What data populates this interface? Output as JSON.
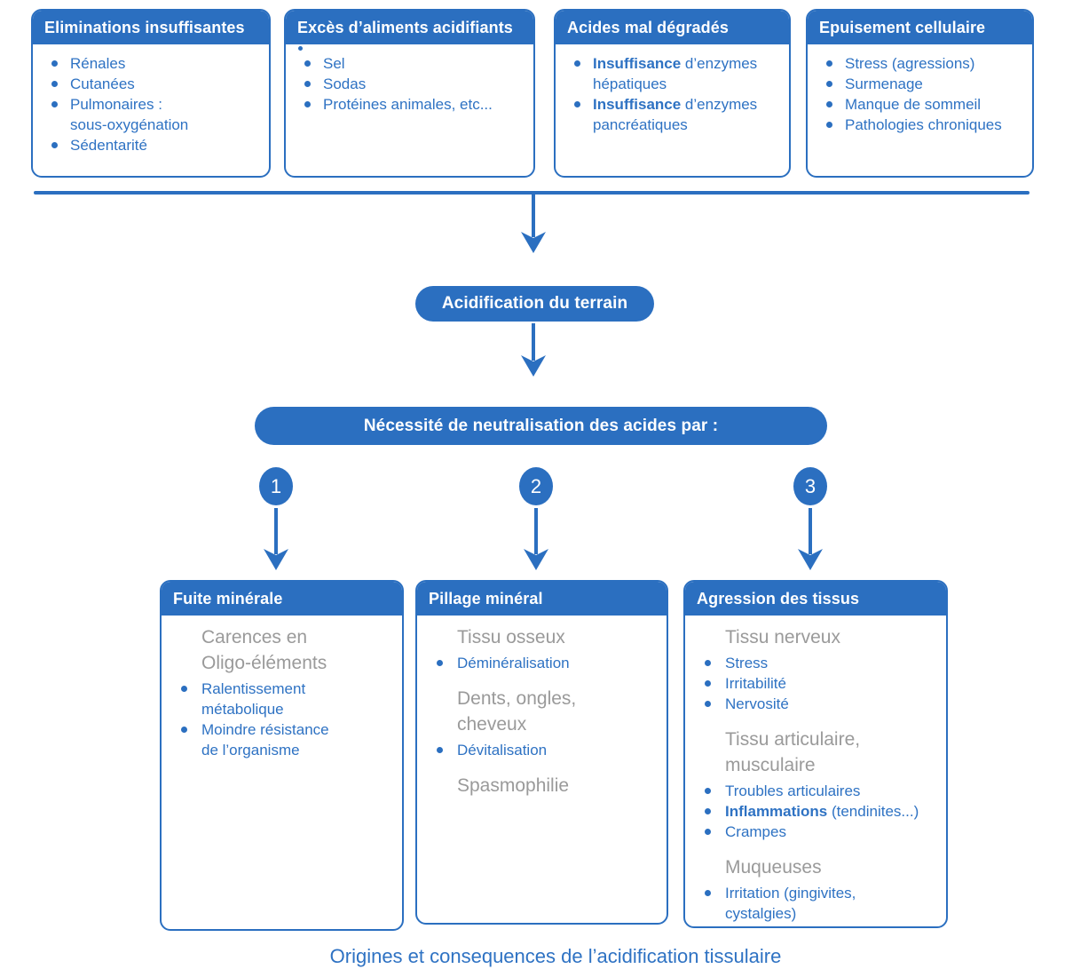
{
  "colors": {
    "primary": "#2b6fc0",
    "item_text": "#2e72c3",
    "muted_text": "#9a9a9a",
    "header_text": "#ffffff"
  },
  "top_boxes": [
    {
      "title": "Eliminations insuffisantes",
      "items": [
        {
          "text": "Rénales"
        },
        {
          "text": "Cutanées"
        },
        {
          "text": "Pulmonaires :\nsous-oxygénation"
        },
        {
          "text": "Sédentarité"
        }
      ]
    },
    {
      "title": "Excès d’aliments acidifiants",
      "items": [
        {
          "text": "Sel"
        },
        {
          "text": "Sodas"
        },
        {
          "text": "Protéines animales, etc..."
        }
      ]
    },
    {
      "title": "Acides mal dégradés",
      "items": [
        {
          "bold": "Insuffisance",
          "rest": " d’enzymes\nhépatiques"
        },
        {
          "bold": "Insuffisance",
          "rest": " d’enzymes\npancréatiques"
        }
      ]
    },
    {
      "title": "Epuisement cellulaire",
      "items": [
        {
          "text": "Stress (agressions)"
        },
        {
          "text": "Surmenage"
        },
        {
          "text": "Manque de sommeil"
        },
        {
          "text": "Pathologies chroniques"
        }
      ]
    }
  ],
  "flow": {
    "pill_acidification": "Acidification du terrain",
    "pill_neutralisation": "Nécessité de neutralisation des acides par :",
    "step_numbers": [
      "1",
      "2",
      "3"
    ]
  },
  "bottom_boxes": [
    {
      "title": "Fuite minérale",
      "sections": [
        {
          "heading": "Carences en\nOligo-éléments",
          "items": [
            {
              "text": "Ralentissement\nmétabolique"
            },
            {
              "text": "Moindre résistance\nde l’organisme"
            }
          ]
        }
      ]
    },
    {
      "title": "Pillage minéral",
      "sections": [
        {
          "heading": "Tissu osseux",
          "items": [
            {
              "text": "Déminéralisation"
            }
          ]
        },
        {
          "heading": "Dents, ongles,\ncheveux",
          "items": [
            {
              "text": "Dévitalisation"
            }
          ]
        },
        {
          "heading": "Spasmophilie",
          "items": []
        }
      ]
    },
    {
      "title": "Agression des tissus",
      "sections": [
        {
          "heading": "Tissu nerveux",
          "items": [
            {
              "text": "Stress"
            },
            {
              "text": "Irritabilité"
            },
            {
              "text": "Nervosité"
            }
          ]
        },
        {
          "heading": "Tissu articulaire,\nmusculaire",
          "items": [
            {
              "text": "Troubles articulaires"
            },
            {
              "bold": "Inflammations",
              "rest": " (tendinites...)"
            },
            {
              "text": "Crampes"
            }
          ]
        },
        {
          "heading": "Muqueuses",
          "items": [
            {
              "text": "Irritation (gingivites,\ncystalgies)"
            }
          ]
        }
      ]
    }
  ],
  "caption": "Origines et consequences de l’acidification tissulaire"
}
